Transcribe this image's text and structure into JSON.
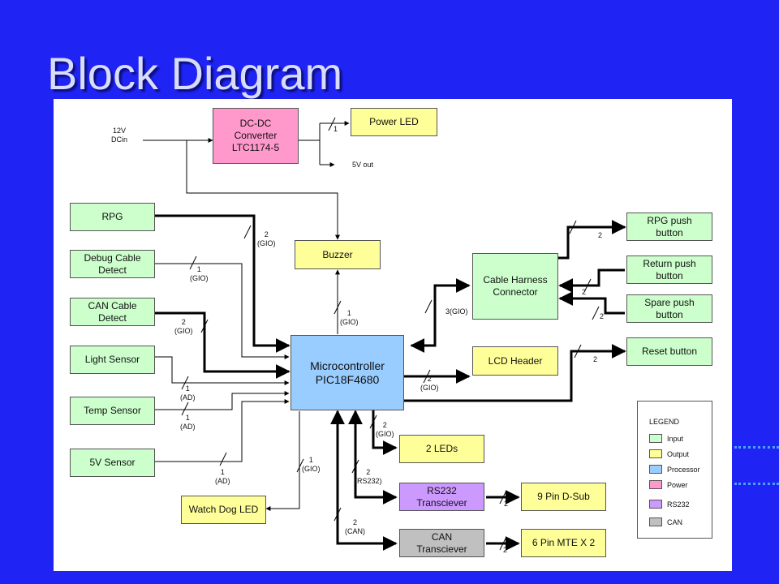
{
  "slide": {
    "title": "Block Diagram"
  },
  "colors": {
    "background": "#1f24f5",
    "input": "#ccffcc",
    "output": "#ffff99",
    "processor": "#99ccff",
    "power": "#ff99cc",
    "rs232": "#cc99ff",
    "can": "#c0c0c0"
  },
  "blocks": {
    "dcdc": "DC-DC\nConverter\nLTC1174-5",
    "power_led": "Power LED",
    "rpg": "RPG",
    "debug_cable": "Debug Cable\nDetect",
    "can_cable": "CAN Cable\nDetect",
    "light_sensor": "Light Sensor",
    "temp_sensor": "Temp Sensor",
    "sensor_5v": "5V Sensor",
    "buzzer": "Buzzer",
    "mcu": "Microcontroller\nPIC18F4680",
    "cable_harness": "Cable Harness\nConnector",
    "lcd_header": "LCD Header",
    "rpg_push": "RPG push\nbutton",
    "return_push": "Return push\nbutton",
    "spare_push": "Spare push\nbutton",
    "reset_button": "Reset button",
    "leds": "2 LEDs",
    "rs232_trans": "RS232\nTransciever",
    "dsub": "9 Pin D-Sub",
    "can_trans": "CAN\nTransciever",
    "mte": "6 Pin MTE X 2",
    "watchdog": "Watch Dog LED"
  },
  "labels": {
    "dcin": "12V\nDCin",
    "out5v": "5V out",
    "pwr_led_bus": "1",
    "rpg_bus": "2\n(GIO)",
    "debug_bus": "1\n(GIO)",
    "can_cable_bus": "2\n(GIO)",
    "light_bus": "1\n(AD)",
    "temp_bus": "1\n(AD)",
    "v5_bus": "1\n(AD)",
    "buzzer_bus": "1\n(GIO)",
    "harness_bus": "3(GIO)",
    "lcd_bus": "2\n(GIO)",
    "rpg_push_bus": "2",
    "return_bus": "2",
    "spare_bus": "2",
    "reset_bus": "2",
    "leds_bus": "2\n(GIO)",
    "rs232_bus": "2\n(RS232)",
    "dsub_bus": "2",
    "can_bus": "2\n(CAN)",
    "mte_bus": "2",
    "watchdog_bus": "1\n(GIO)"
  },
  "legend": {
    "title": "LEGEND",
    "items": [
      {
        "label": "Input",
        "color": "#ccffcc"
      },
      {
        "label": "Output",
        "color": "#ffff99"
      },
      {
        "label": "Processor",
        "color": "#99ccff"
      },
      {
        "label": "Power",
        "color": "#ff99cc"
      },
      {
        "label": "RS232",
        "color": "#cc99ff"
      },
      {
        "label": "CAN",
        "color": "#c0c0c0"
      }
    ]
  }
}
